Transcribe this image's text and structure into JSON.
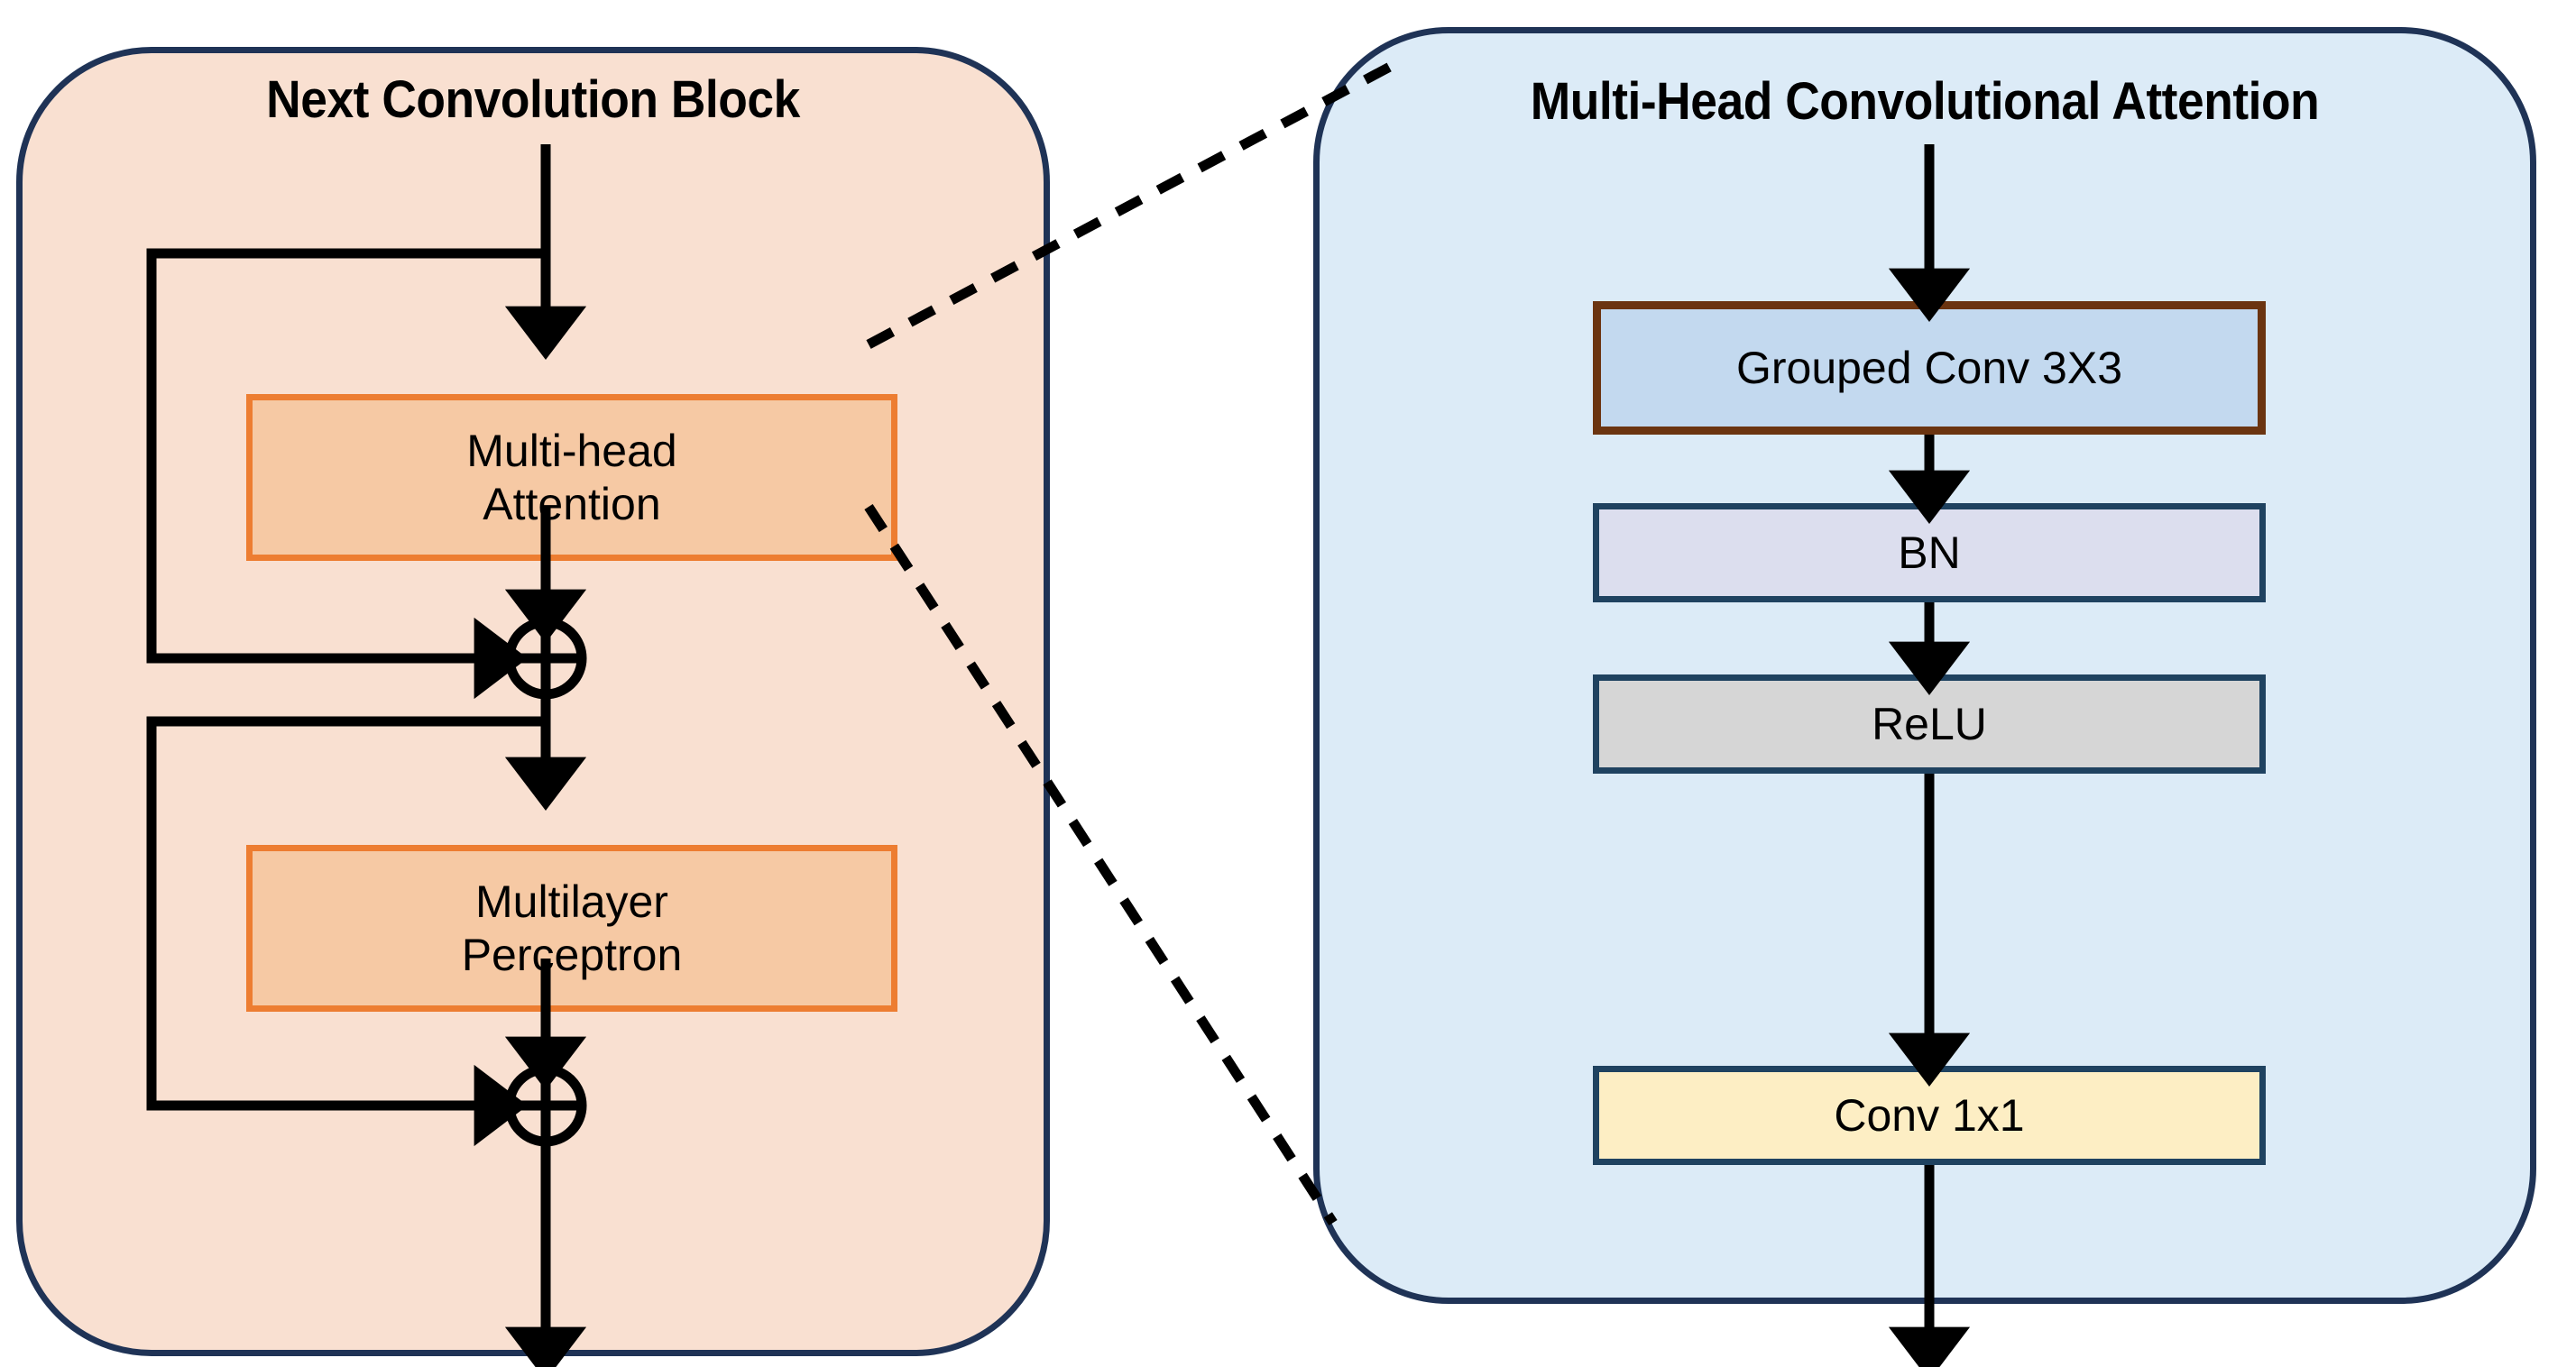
{
  "diagram": {
    "title_left": "Next Convolution Block",
    "title_right": "Multi-Head Convolutional Attention",
    "colors": {
      "panel_left_fill": "#f9e0d1",
      "panel_right_fill": "#dcebf7",
      "panel_border": "#1f3356",
      "orange_block_fill": "#f6c9a4",
      "orange_block_border": "#ed7d31",
      "grouped_conv_fill": "#c3d9ef",
      "grouped_conv_border": "#6b3410",
      "bn_fill": "#dcdeee",
      "relu_fill": "#d6d6d6",
      "conv1x1_fill": "#fdeec4",
      "block_border_navy": "#1f4260",
      "arrow": "#000000"
    }
  },
  "left_panel": {
    "title": "Next Convolution Block",
    "blocks": [
      {
        "label_line1": "Multi-head",
        "label_line2": "Attention"
      },
      {
        "label_line1": "Multilayer",
        "label_line2": "Perceptron"
      }
    ],
    "operators": [
      {
        "symbol": "⊕",
        "name": "residual-add-1"
      },
      {
        "symbol": "⊕",
        "name": "residual-add-2"
      }
    ]
  },
  "right_panel": {
    "title": "Multi-Head Convolutional Attention",
    "blocks": [
      {
        "label": "Grouped Conv 3X3"
      },
      {
        "label": "BN"
      },
      {
        "label": "ReLU"
      },
      {
        "label": "Conv 1x1"
      }
    ]
  },
  "connectors": {
    "dashed_top": {
      "from": "multi-head-attention-top-right",
      "to": "right-panel-top-left"
    },
    "dashed_bottom": {
      "from": "multi-head-attention-bottom-right",
      "to": "right-panel-bottom-left"
    }
  }
}
